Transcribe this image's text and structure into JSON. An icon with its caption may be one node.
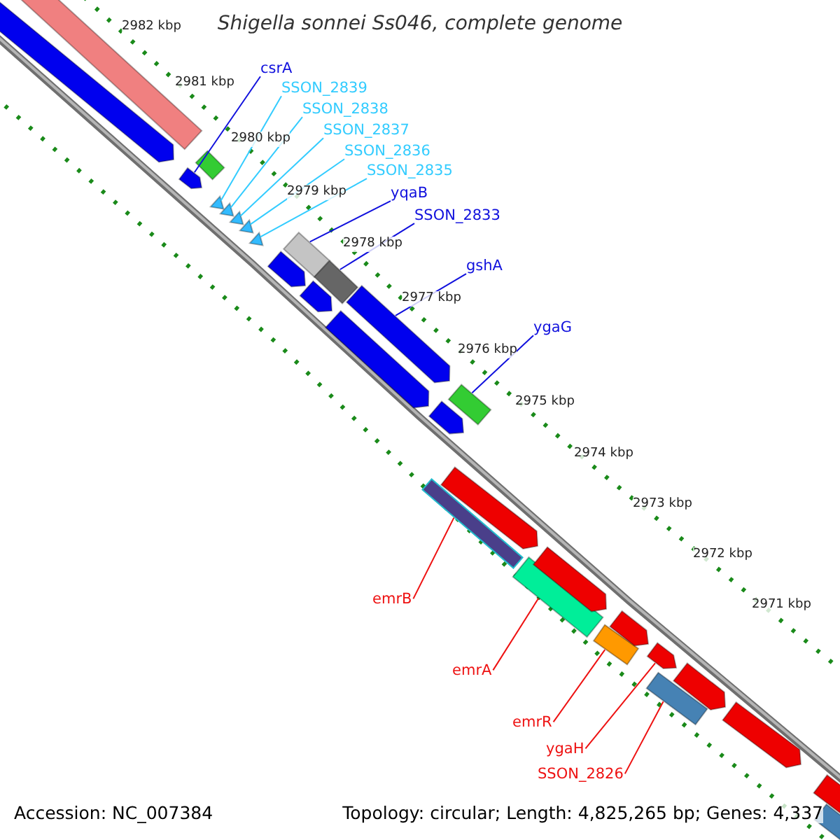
{
  "diagram": {
    "title": "Shigella sonnei Ss046, complete genome",
    "nodes": [
      {
        "text": [
          "csrA"
        ]
      },
      {
        "text": [
          "SSON_2839"
        ]
      },
      {
        "text": [
          "SSON_2838"
        ]
      },
      {
        "text": [
          "SSON_2837"
        ]
      },
      {
        "text": [
          "SSON_2836"
        ]
      },
      {
        "text": [
          "SSON_2835"
        ]
      },
      {
        "text": [
          "yqaB"
        ]
      },
      {
        "text": [
          "SSON_2833"
        ]
      },
      {
        "text": [
          "gshA"
        ]
      },
      {
        "text": [
          "ygaG"
        ]
      },
      {
        "text": [
          "emrB"
        ]
      },
      {
        "text": [
          "emrA"
        ]
      },
      {
        "text": [
          "emrR"
        ]
      },
      {
        "text": [
          "ygaH"
        ]
      },
      {
        "text": [
          "SSON_2826"
        ]
      },
      {
        "text": [],
        "shape": "arrow"
      },
      {
        "text": [],
        "shape": "triangle"
      },
      {
        "text": [],
        "shape": "triangle"
      },
      {
        "text": [],
        "shape": "triangle"
      },
      {
        "text": [],
        "shape": "triangle"
      },
      {
        "text": [],
        "shape": "triangle"
      },
      {
        "text": [],
        "shape": "bar"
      },
      {
        "text": [],
        "shape": "bar"
      },
      {
        "text": [],
        "shape": "arrow"
      },
      {
        "text": [],
        "shape": "bar"
      },
      {
        "text": [],
        "shape": "bar"
      },
      {
        "text": [],
        "shape": "bar"
      },
      {
        "text": [],
        "shape": "bar"
      },
      {
        "text": [],
        "shape": "arrow"
      },
      {
        "text": [],
        "shape": "bar"
      },
      {
        "text": [],
        "shape": "bar"
      },
      {
        "text": [],
        "shape": "arrow"
      },
      {
        "text": [],
        "shape": "bar"
      },
      {
        "text": [],
        "shape": "arrow"
      },
      {
        "text": [],
        "shape": "arrow"
      },
      {
        "text": [],
        "shape": "arrow"
      },
      {
        "text": [],
        "shape": "arrow"
      },
      {
        "text": [],
        "shape": "arrow"
      },
      {
        "text": [],
        "shape": "arrow"
      },
      {
        "text": [],
        "shape": "arrow"
      },
      {
        "text": [],
        "shape": "arrow"
      },
      {
        "text": [],
        "shape": "arrow"
      },
      {
        "text": [],
        "shape": "arrow"
      },
      {
        "text": [],
        "shape": "bar"
      }
    ],
    "edges": [
      {
        "from": 0,
        "to": 15,
        "arrow": "none"
      },
      {
        "from": 1,
        "to": 16,
        "arrow": "none",
        "color": "#33ccff"
      },
      {
        "from": 2,
        "to": 17,
        "arrow": "none",
        "color": "#33ccff"
      },
      {
        "from": 3,
        "to": 18,
        "arrow": "none",
        "color": "#33ccff"
      },
      {
        "from": 4,
        "to": 19,
        "arrow": "none",
        "color": "#33ccff"
      },
      {
        "from": 5,
        "to": 20,
        "arrow": "none",
        "color": "#33ccff"
      },
      {
        "from": 6,
        "to": 21,
        "arrow": "none"
      },
      {
        "from": 7,
        "to": 22,
        "arrow": "none"
      },
      {
        "from": 8,
        "to": 23,
        "arrow": "none"
      },
      {
        "from": 9,
        "to": 24,
        "arrow": "none"
      },
      {
        "from": 10,
        "to": 25,
        "arrow": "none",
        "color": "#ee1111"
      },
      {
        "from": 11,
        "to": 26,
        "arrow": "none",
        "color": "#ee1111"
      },
      {
        "from": 12,
        "to": 27,
        "arrow": "none",
        "color": "#ee1111"
      },
      {
        "from": 13,
        "to": 28,
        "arrow": "none",
        "color": "#ee1111"
      },
      {
        "from": 14,
        "to": 29,
        "arrow": "none",
        "color": "#ee1111"
      }
    ],
    "labels": [
      "2982 kbp",
      "2981 kbp",
      "2980 kbp",
      "2979 kbp",
      "2978 kbp",
      "2977 kbp",
      "2976 kbp",
      "2975 kbp",
      "2974 kbp",
      "2973 kbp",
      "2972 kbp",
      "2971 kbp",
      "Accession: NC_007384",
      "Topology: circular; Length: 4,825,265 bp; Genes: 4,337"
    ]
  }
}
